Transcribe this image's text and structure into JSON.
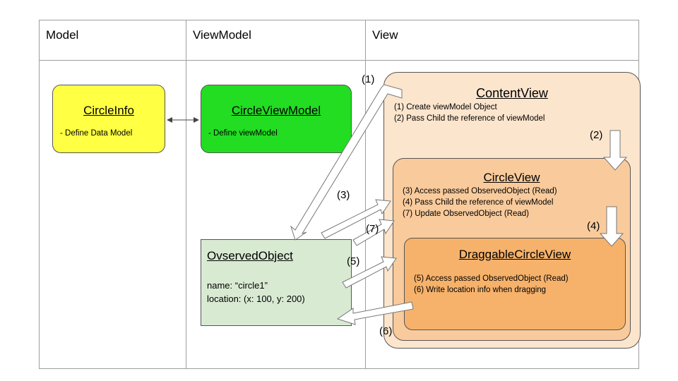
{
  "columns": {
    "model": "Model",
    "viewmodel": "ViewModel",
    "view": "View"
  },
  "circle_info": {
    "title": "CircleInfo",
    "desc": "- Define Data Model",
    "color": "#ffff44"
  },
  "circle_view_model": {
    "title": "CircleViewModel",
    "desc": "- Define viewModel",
    "color": "#22dd22"
  },
  "observed_object": {
    "title": "OvservedObject",
    "name_line": "name: “circle1”",
    "location_line": "location: (x: 100, y: 200)",
    "color": "#d9ead3"
  },
  "content_view": {
    "title": "ContentView",
    "lines": [
      "(1) Create viewModel Object",
      "(2) Pass Child the reference of viewModel"
    ],
    "color": "#fce5cd"
  },
  "circle_view": {
    "title": "CircleView",
    "lines": [
      "(3) Access passed ObservedObject (Read)",
      "(4) Pass Child the reference of viewModel",
      "(7) Update ObservedObject (Read)"
    ],
    "color": "#f9cb9c"
  },
  "draggable_circle_view": {
    "title": "DraggableCircleView",
    "lines": [
      "(5) Access passed ObservedObject (Read)",
      "(6) Write location info when dragging"
    ],
    "color": "#f6b26b"
  },
  "steps": {
    "s1": "(1)",
    "s2": "(2)",
    "s3": "(3)",
    "s4": "(4)",
    "s5": "(5)",
    "s6": "(6)",
    "s7": "(7)"
  }
}
